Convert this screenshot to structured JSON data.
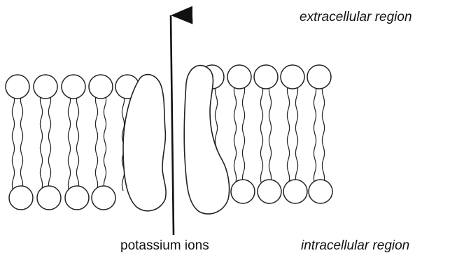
{
  "labels": {
    "extracellular": "extracellular region",
    "intracellular": "intracellular region",
    "ions": "potassium ions"
  },
  "colors": {
    "line": "#222222",
    "head_fill": "#ffffff",
    "background": "#ffffff"
  }
}
